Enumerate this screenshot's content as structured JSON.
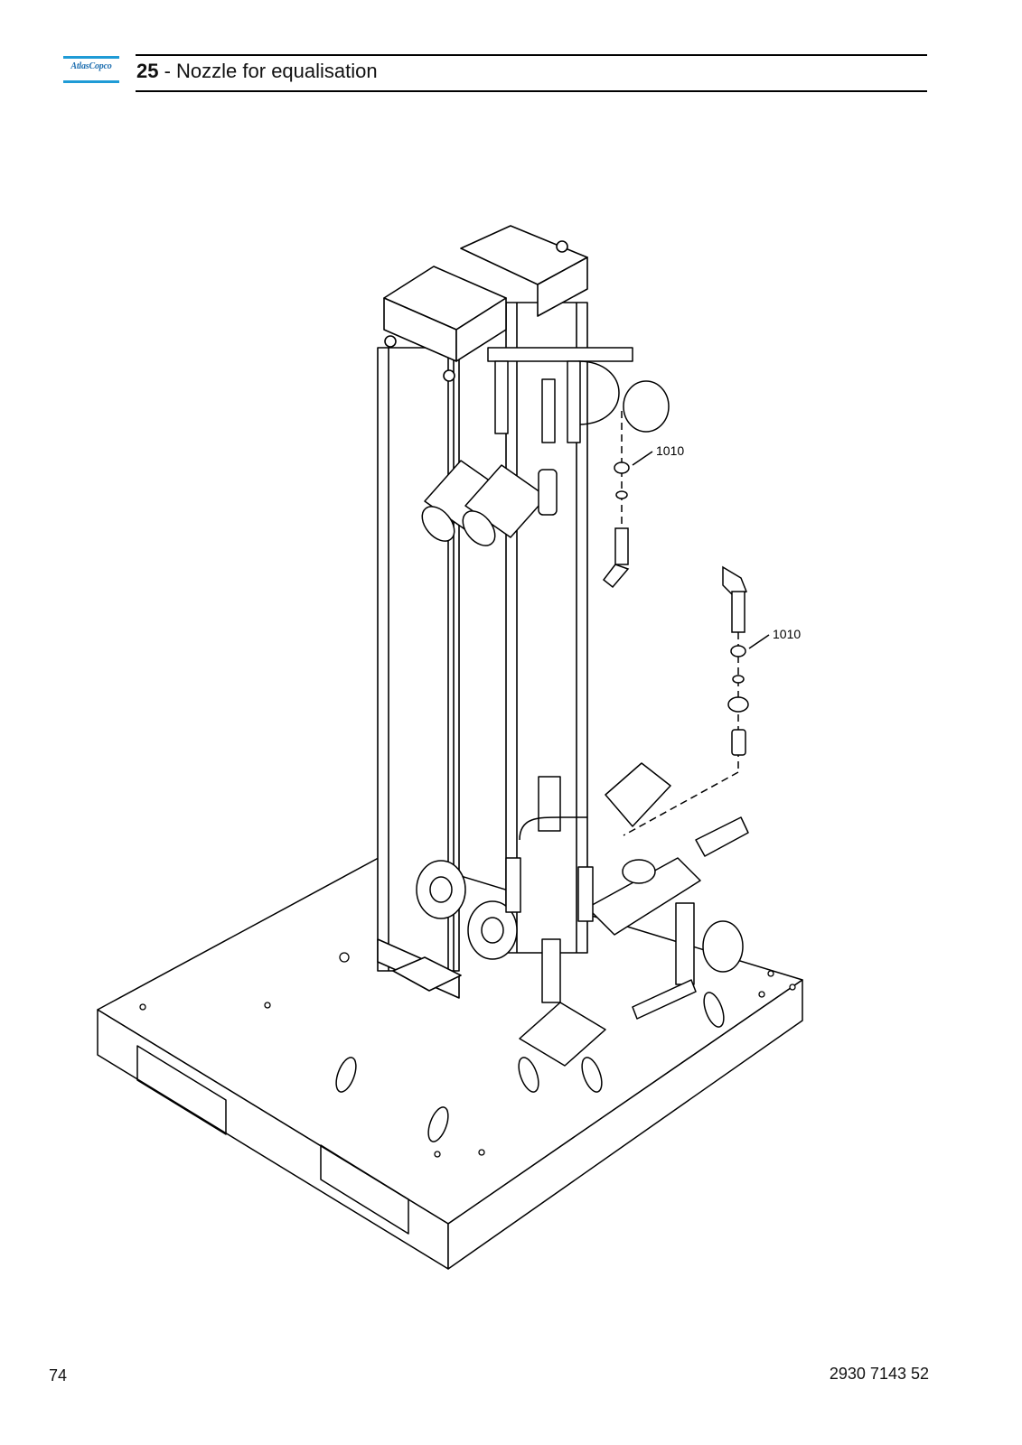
{
  "header": {
    "logo_text": "AtlasCopco",
    "section_number": "25",
    "title_separator": " - ",
    "section_title": "Nozzle for equalisation"
  },
  "drawing": {
    "callouts": [
      "1010",
      "1010"
    ]
  },
  "footer": {
    "page_number": "74",
    "document_number": "2930 7143 52"
  },
  "colors": {
    "brand_blue": "#1f9bd6"
  }
}
